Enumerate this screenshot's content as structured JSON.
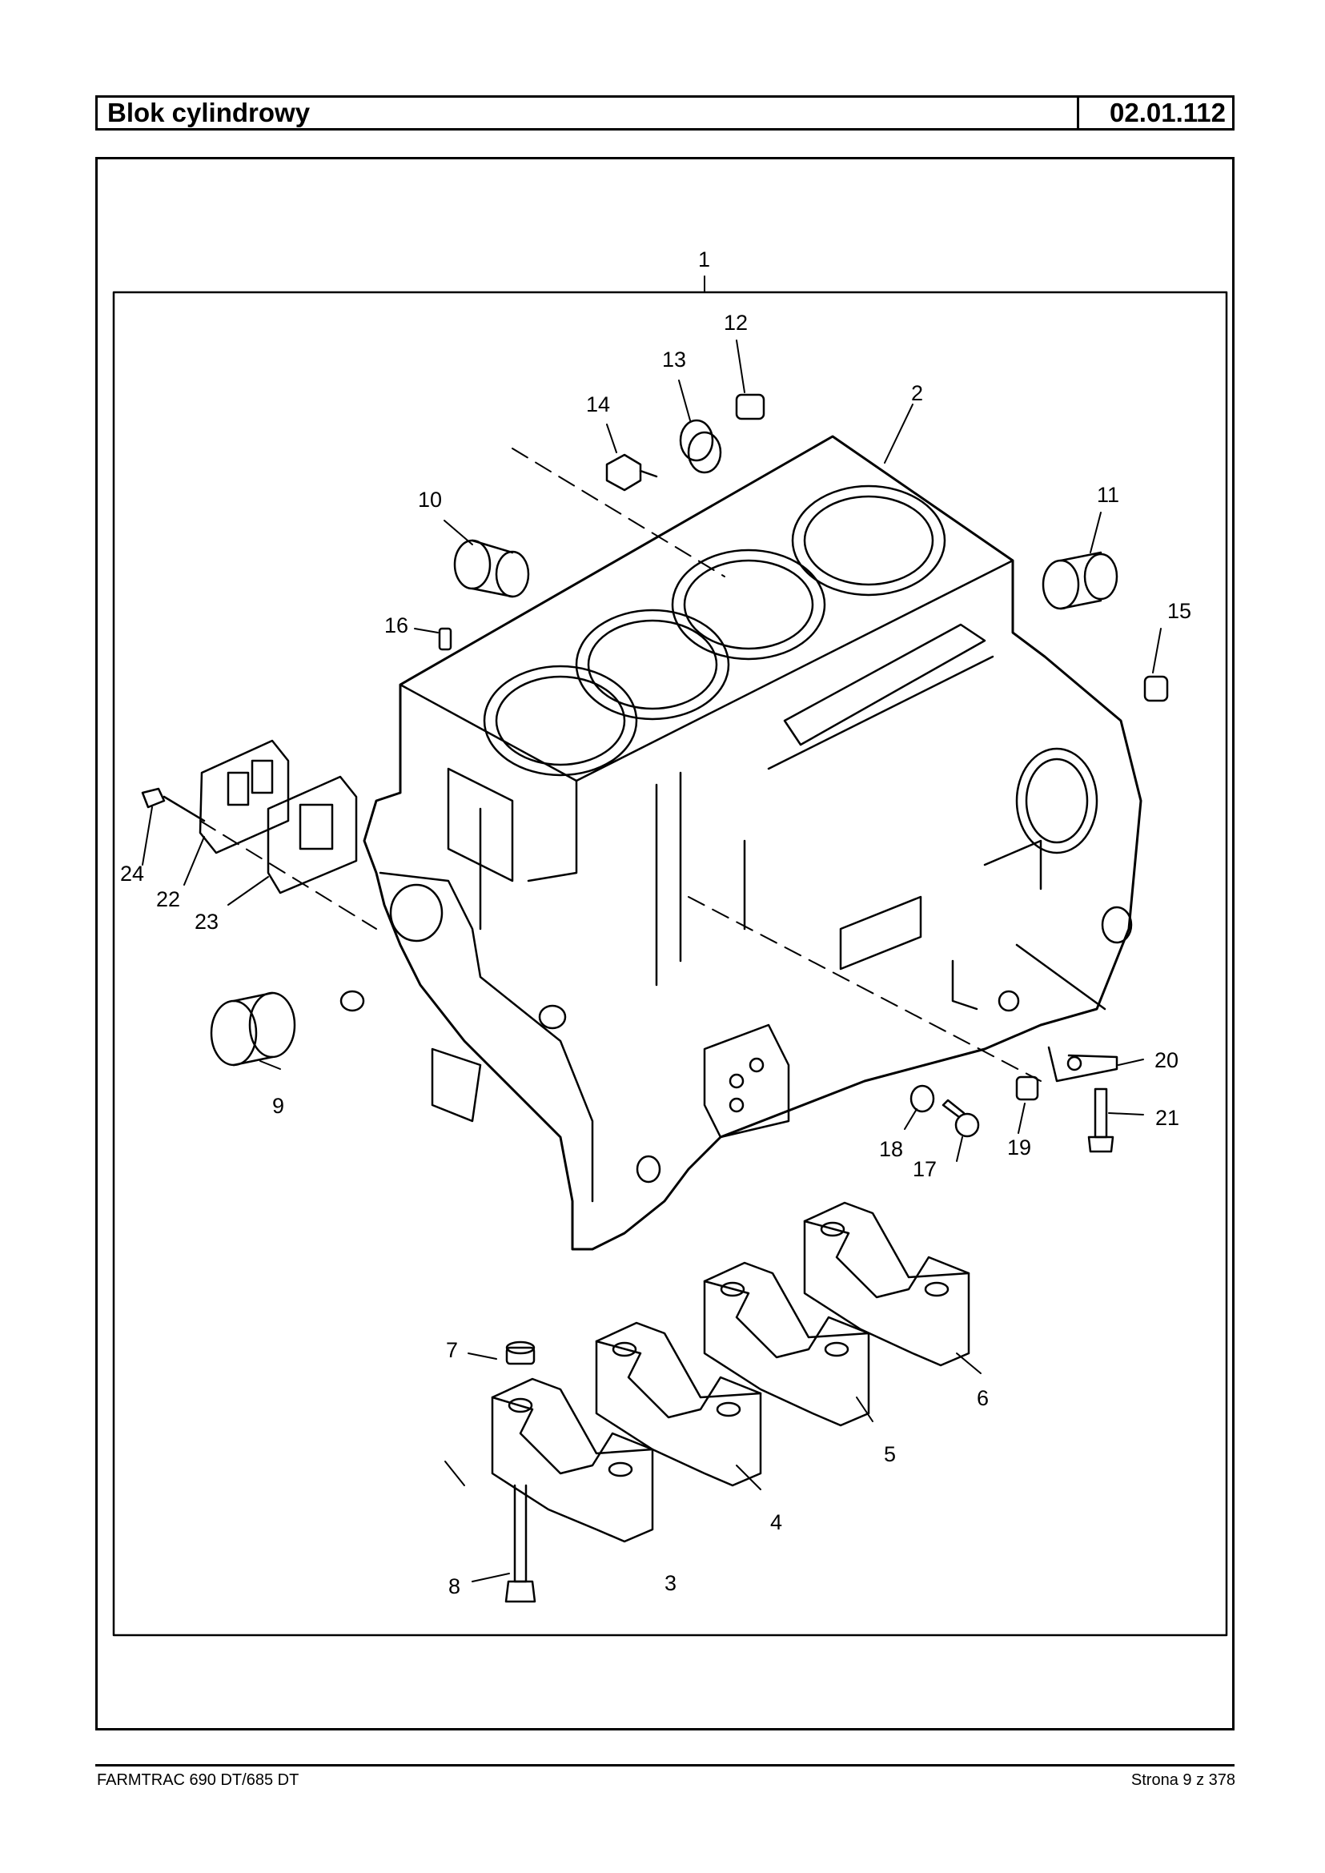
{
  "header": {
    "title": "Blok cylindrowy",
    "code": "02.01.112"
  },
  "callouts": [
    "1",
    "2",
    "3",
    "4",
    "5",
    "6",
    "7",
    "8",
    "9",
    "10",
    "11",
    "12",
    "13",
    "14",
    "15",
    "16",
    "17",
    "18",
    "19",
    "20",
    "21",
    "22",
    "23",
    "24"
  ],
  "footer": {
    "left": "FARMTRAC 690 DT/685 DT",
    "right": "Strona 9 z 378"
  }
}
